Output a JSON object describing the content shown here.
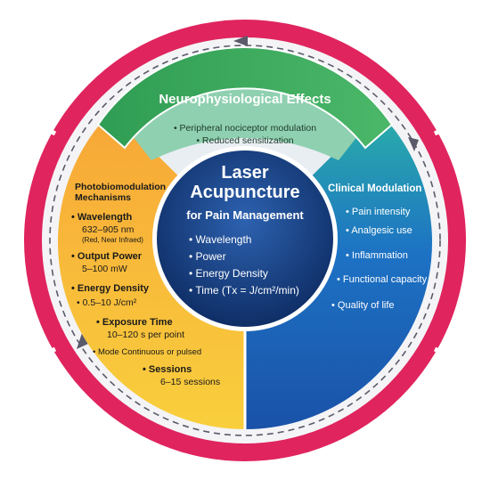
{
  "outer_ring": {
    "title": "Clinical Outcomes",
    "color": "#e0245e",
    "arrow_color": "#5a5a6a"
  },
  "neuro": {
    "title": "Neurophysiological Effects",
    "items": [
      "Peripheral nociceptor modulation",
      "Reduced sensitization"
    ],
    "band_color": "#3fae5a",
    "panel_color": "#8fd0b0"
  },
  "photo": {
    "title_line1": "Photobiomodulation",
    "title_line2": "Mechanisms",
    "color": "#f6c23a",
    "params": [
      {
        "label": "Wavelength",
        "value": "632–905 nm",
        "note": "(Red, Near Infraed)"
      },
      {
        "label": "Output Power",
        "value": "5–100 mW"
      },
      {
        "label": "Energy Density",
        "value": "0.5–10 J/cm²"
      },
      {
        "label": "Exposure Time",
        "value": "10–120 s per point"
      },
      {
        "label": "Mode Continuous or pulsed"
      },
      {
        "label": "Sessions",
        "value": "6–15 sessions"
      }
    ]
  },
  "center": {
    "title_line1": "Laser",
    "title_line2": "Acupuncture",
    "subtitle": "for Pain Management",
    "items": [
      "Wavelength",
      "Power",
      "Energy Density",
      "Time (Tx = J/cm²/min)"
    ],
    "color": "#163f86"
  },
  "clinical_modulation": {
    "title": "Clinical Modulation",
    "items": [
      "Pain intensity",
      "Analgesic use",
      "Inflammation",
      "Functional capacity",
      "Quality of life"
    ],
    "color": "#1f6fc0"
  }
}
